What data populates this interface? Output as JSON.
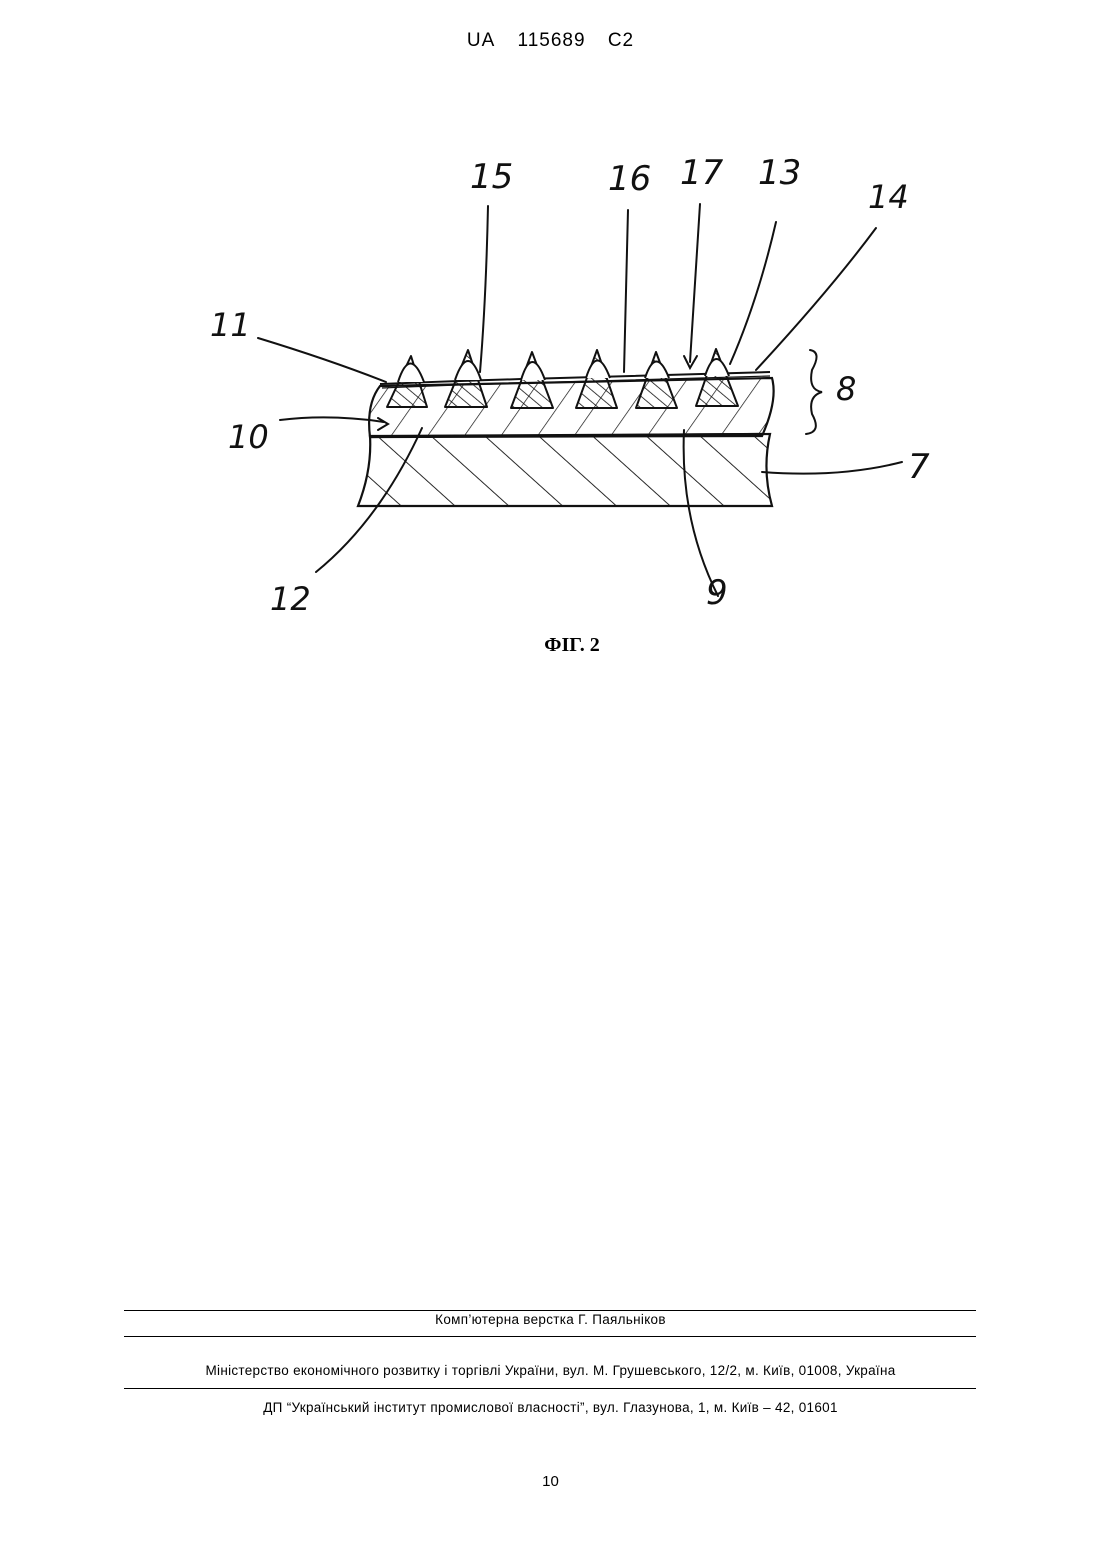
{
  "header": {
    "country": "UA",
    "number": "115689",
    "kind": "C2"
  },
  "figure": {
    "caption": "ФІГ. 2",
    "reference_numerals": [
      "15",
      "16",
      "17",
      "13",
      "14",
      "11",
      "10",
      "12",
      "8",
      "7",
      "9"
    ]
  },
  "footer": {
    "typesetting": "Комп’ютерна верстка Г. Паяльніков",
    "ministry": "Міністерство економічного розвитку і торгівлі України, вул. М. Грушевського, 12/2, м. Київ, 01008, Україна",
    "institute": "ДП “Український інститут промислової власності”, вул. Глазунова, 1, м. Київ – 42, 01601"
  },
  "page_number": "10"
}
